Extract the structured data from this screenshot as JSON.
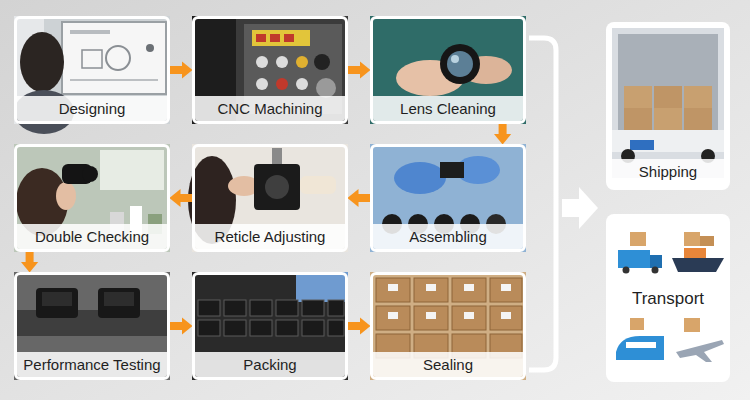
{
  "diagram": {
    "nodes": [
      {
        "text": [
          "Designing"
        ]
      },
      {
        "text": [
          "CNC Machining"
        ]
      },
      {
        "text": [
          "Lens Cleaning"
        ]
      },
      {
        "text": [
          "Double Checking"
        ]
      },
      {
        "text": [
          "Reticle Adjusting"
        ]
      },
      {
        "text": [
          "Assembling"
        ]
      },
      {
        "text": [
          "Performance Testing"
        ]
      },
      {
        "text": [
          "Packing"
        ]
      },
      {
        "text": [
          "Sealing"
        ]
      },
      {
        "text": [
          "Shipping"
        ]
      },
      {
        "text": [
          "Transport"
        ]
      }
    ],
    "edges": [
      {
        "from": 0,
        "to": 1,
        "arrow": "to"
      },
      {
        "from": 1,
        "to": 2,
        "arrow": "to"
      },
      {
        "from": 2,
        "to": 5,
        "arrow": "to"
      },
      {
        "from": 5,
        "to": 4,
        "arrow": "to"
      },
      {
        "from": 4,
        "to": 3,
        "arrow": "to"
      },
      {
        "from": 3,
        "to": 6,
        "arrow": "to"
      },
      {
        "from": 6,
        "to": 7,
        "arrow": "to"
      },
      {
        "from": 7,
        "to": 8,
        "arrow": "to"
      }
    ]
  }
}
